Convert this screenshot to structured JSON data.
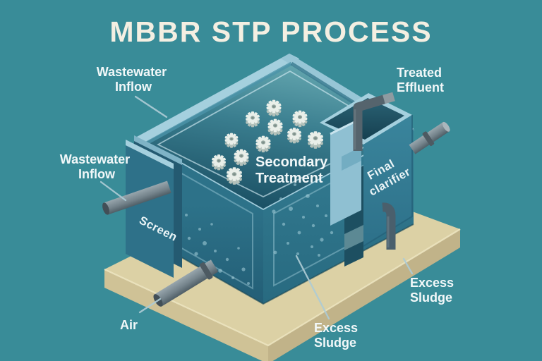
{
  "title": "MBBR STP PROCESS",
  "labels": {
    "wastewater_inflow_top": {
      "line1": "Wastewater",
      "line2": "Inflow"
    },
    "wastewater_inflow_left": {
      "line1": "Wastewater",
      "line2": "Inflow"
    },
    "treated_effluent": {
      "line1": "Treated",
      "line2": "Effluent"
    },
    "secondary_treatment": {
      "line1": "Secondary",
      "line2": "Treatment"
    },
    "final_clarifier": {
      "line1": "Final",
      "line2": "clarifier"
    },
    "screen": "Screen",
    "air": "Air",
    "excess_sludge_center": {
      "line1": "Excess",
      "line2": "Sludge"
    },
    "excess_sludge_right": {
      "line1": "Excess",
      "line2": "Sludge"
    }
  },
  "media": {
    "count": 11
  },
  "colors": {
    "background": "#398c98",
    "title_text": "#f4efe2",
    "label_text": "#f2f8f9",
    "tank_rim": "#a5d0de",
    "tank_face_left": "#2d7289",
    "tank_face_right": "#347d93",
    "water_dark": "#1c5266",
    "base_tan": "#dcd1a5",
    "pipe_gray": "#75848c",
    "pipe_dark": "#4c5f6b",
    "media_white": "#e9efe9"
  }
}
